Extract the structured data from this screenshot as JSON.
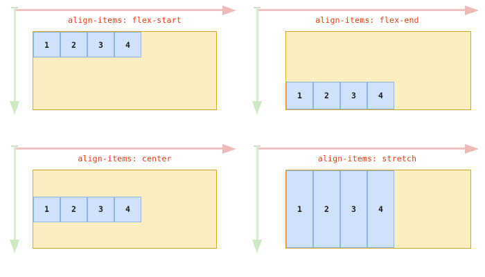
{
  "figure": {
    "title_color": "#ee3b12",
    "container_fill": "#fdeec2",
    "container_border": "#d8a92a",
    "item_fill": "#cfe2f9",
    "item_border": "#8ab4e8",
    "main_axis_color": "#f0b9b9",
    "cross_axis_color": "#cde8c5",
    "background": "#ffffff"
  },
  "panels": [
    {
      "caption": "align-items: flex-start",
      "align": "flex-start",
      "items": [
        "1",
        "2",
        "3",
        "4"
      ]
    },
    {
      "caption": "align-items: flex-end",
      "align": "flex-end",
      "items": [
        "1",
        "2",
        "3",
        "4"
      ]
    },
    {
      "caption": "align-items: center",
      "align": "center",
      "items": [
        "1",
        "2",
        "3",
        "4"
      ]
    },
    {
      "caption": "align-items: stretch",
      "align": "stretch",
      "items": [
        "1",
        "2",
        "3",
        "4"
      ]
    }
  ]
}
